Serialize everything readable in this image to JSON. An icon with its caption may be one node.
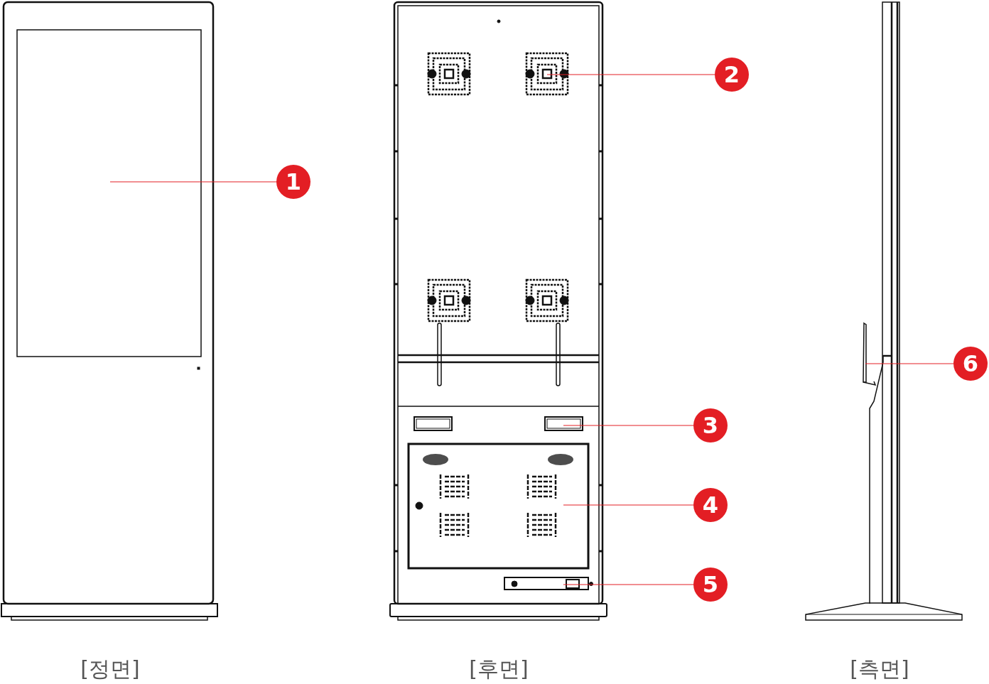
{
  "diagram": {
    "nodes": [
      {
        "text": [
          "1"
        ]
      },
      {
        "text": [
          "2"
        ]
      },
      {
        "text": [
          "3"
        ]
      },
      {
        "text": [
          "4"
        ]
      },
      {
        "text": [
          "5"
        ]
      },
      {
        "text": [
          "6"
        ]
      }
    ],
    "edges": [
      {
        "from": 0,
        "to": null,
        "arrow": "none"
      },
      {
        "from": 1,
        "to": null,
        "arrow": "none"
      },
      {
        "from": 2,
        "to": null,
        "arrow": "none"
      },
      {
        "from": 3,
        "to": null,
        "arrow": "none"
      },
      {
        "from": 4,
        "to": null,
        "arrow": "none"
      },
      {
        "from": 5,
        "to": null,
        "arrow": "none"
      }
    ],
    "labels": [
      "[정면]",
      "[후면]",
      "[측면]"
    ]
  }
}
